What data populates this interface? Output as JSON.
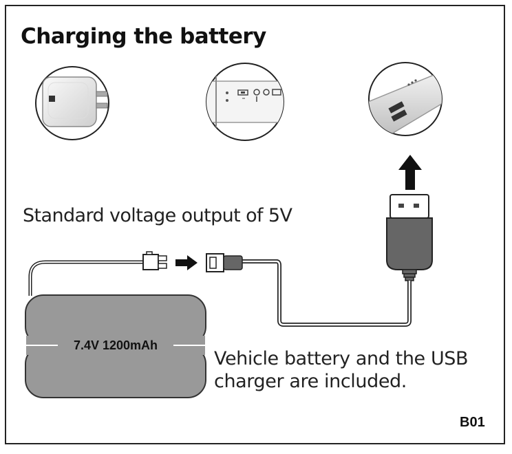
{
  "title": "Charging the battery",
  "voltage_caption": "Standard voltage output of 5V",
  "battery_label": "7.4V 1200mAh",
  "included_caption": {
    "line1": "Vehicle battery and the USB",
    "line2": "charger are included."
  },
  "figure_code": "B01",
  "icons": [
    "power-adapter-icon",
    "computer-usb-ports-icon",
    "power-bank-icon"
  ]
}
